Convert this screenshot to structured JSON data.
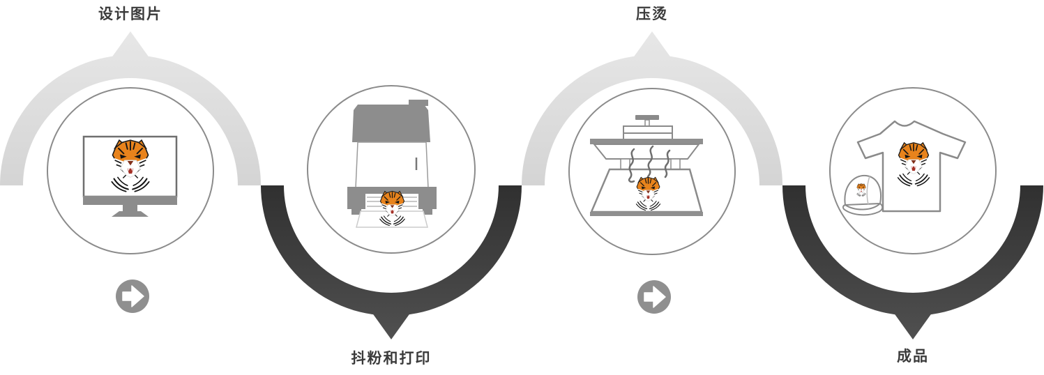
{
  "diagram": {
    "type": "process-flow",
    "design_motif": "tiger-head-graphic",
    "steps": [
      {
        "index": 1,
        "label": "设计图片",
        "label_position": "top",
        "icon": "monitor-with-tiger-design-icon",
        "arc_style": "light-top"
      },
      {
        "index": 2,
        "label": "抖粉和打印",
        "label_position": "bottom",
        "icon": "dtf-printer-icon",
        "arc_style": "dark-bottom"
      },
      {
        "index": 3,
        "label": "压烫",
        "label_position": "top",
        "icon": "heat-press-icon",
        "arc_style": "light-top"
      },
      {
        "index": 4,
        "label": "成品",
        "label_position": "bottom",
        "icon": "tshirt-and-cap-icon",
        "arc_style": "dark-bottom"
      }
    ],
    "arrows": [
      {
        "between": "step-1-and-step-2",
        "icon": "arrow-right-circle-icon"
      },
      {
        "between": "step-3-and-step-4",
        "icon": "arrow-right-circle-icon"
      }
    ],
    "colors": {
      "background": "#ffffff",
      "light_arc": "#dedede",
      "dark_arc": "#454545",
      "circle_border": "#8b8b8b",
      "icon_gray": "#8c8c8c",
      "label_text": "#3a3a3a",
      "tiger_orange": "#e8831c",
      "arrow_circle": "#8f8f8f"
    }
  }
}
